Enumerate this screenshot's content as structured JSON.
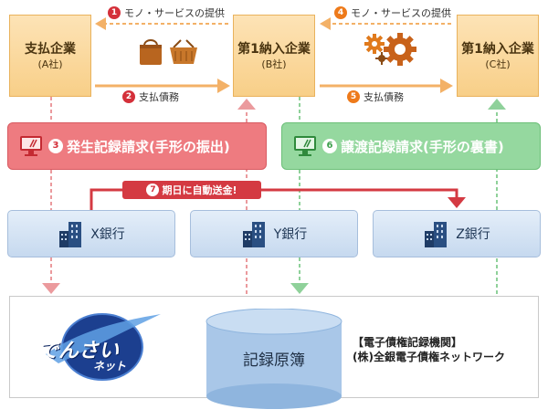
{
  "companies": [
    {
      "name": "支払企業",
      "sub": "(A社)"
    },
    {
      "name": "第1納入企業",
      "sub": "(B社)"
    },
    {
      "name": "第1納入企業",
      "sub": "(C社)"
    }
  ],
  "steps": {
    "s1": {
      "num": "1",
      "label": "モノ・サービスの提供"
    },
    "s2": {
      "num": "2",
      "label": "支払債務"
    },
    "s3": {
      "num": "3",
      "label": "発生記録請求(手形の振出)"
    },
    "s4": {
      "num": "4",
      "label": "モノ・サービスの提供"
    },
    "s5": {
      "num": "5",
      "label": "支払債務"
    },
    "s6": {
      "num": "6",
      "label": "譲渡記録請求(手形の裏書)"
    },
    "s7": {
      "num": "7",
      "label": "期日に自動送金!"
    }
  },
  "banks": [
    {
      "name": "X銀行"
    },
    {
      "name": "Y銀行"
    },
    {
      "name": "Z銀行"
    }
  ],
  "ledger": {
    "label": "記録原簿"
  },
  "org": {
    "line1": "【電子債権記録機関】",
    "line2": "(株)全銀電子債権ネットワーク"
  },
  "logo": {
    "main": "でんさい",
    "sub": "ネット"
  },
  "colors": {
    "company_fill": "#f8cf88",
    "red_request": "#ee7b80",
    "green_request": "#95d89f",
    "bank_fill": "#c6d9ef",
    "accent_red": "#d4303a",
    "accent_orange": "#ee7a1a"
  },
  "icons": [
    "shopping-bag-icon",
    "basket-icon",
    "gears-icon",
    "monitor-icon",
    "building-icon",
    "cylinder-icon",
    "globe-logo-icon"
  ]
}
